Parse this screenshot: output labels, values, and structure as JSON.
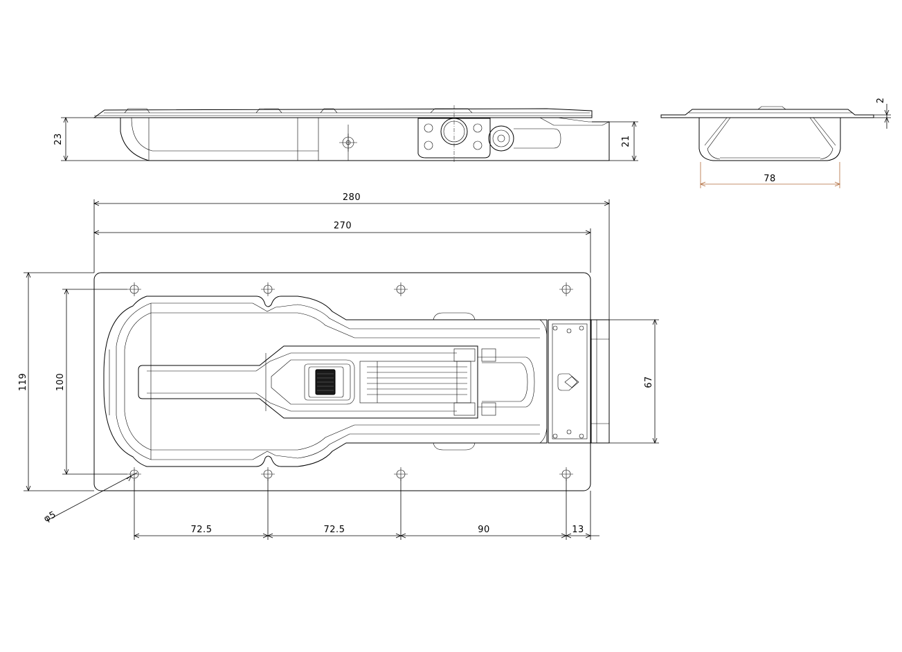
{
  "dimensions": {
    "side_height": "23",
    "side_height_right": "21",
    "end_flange": "2",
    "end_width": "78",
    "overall_length": "280",
    "flange_length": "270",
    "overall_width": "119",
    "hole_spacing_width": "100",
    "slot_width": "67",
    "hole_diameter": "φ5",
    "hole_pitch_1": "72.5",
    "hole_pitch_2": "72.5",
    "hole_pitch_3": "90",
    "end_offset": "13"
  },
  "colors": {
    "line": "#000000",
    "highlight_dimension": "#b06a3a",
    "background": "#ffffff"
  }
}
